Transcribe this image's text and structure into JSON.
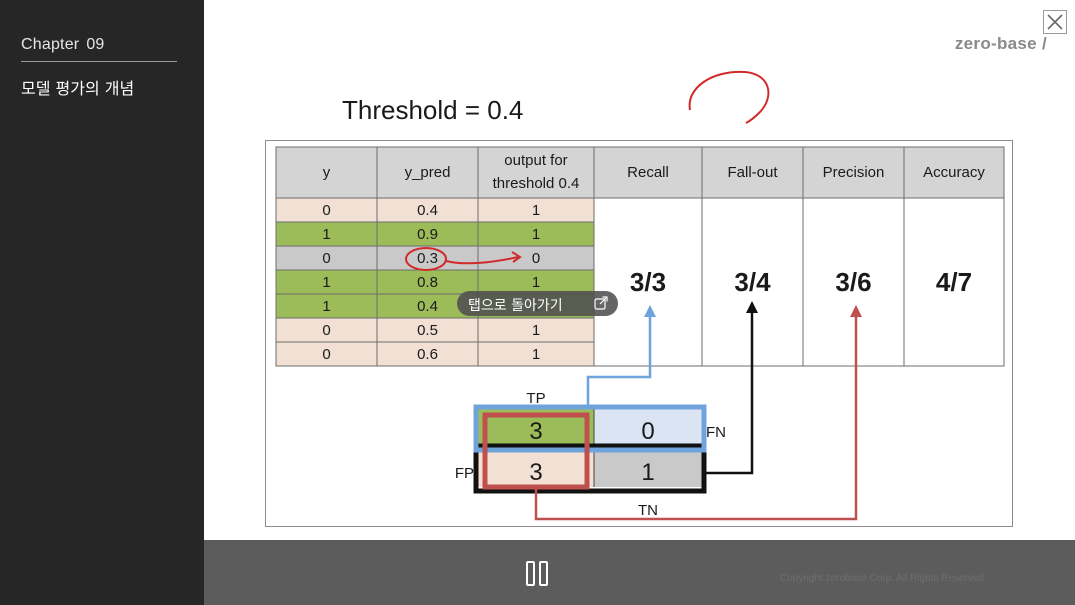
{
  "sidebar": {
    "chapter_label": "Chapter",
    "chapter_number": "09",
    "lesson_title": "모델 평가의 개념"
  },
  "brand": "zero-base /",
  "slide": {
    "title_prefix": "Threshold = ",
    "title_value": "0.4"
  },
  "table": {
    "headers": [
      "y",
      "y_pred",
      "output for",
      "threshold 0.4",
      "Recall",
      "Fall-out",
      "Precision",
      "Accuracy"
    ],
    "rows": [
      {
        "y": "0",
        "pred": "0.4",
        "out": "1",
        "color": "#f2e0d4"
      },
      {
        "y": "1",
        "pred": "0.9",
        "out": "1",
        "color": "#9cbc59"
      },
      {
        "y": "0",
        "pred": "0.3",
        "out": "0",
        "color": "#c9c9c9"
      },
      {
        "y": "1",
        "pred": "0.8",
        "out": "1",
        "color": "#9cbc59"
      },
      {
        "y": "1",
        "pred": "0.4",
        "out": "1",
        "color": "#9cbc59"
      },
      {
        "y": "0",
        "pred": "0.5",
        "out": "1",
        "color": "#f2e0d4"
      },
      {
        "y": "0",
        "pred": "0.6",
        "out": "1",
        "color": "#f2e0d4"
      }
    ],
    "metrics": {
      "recall": "3/3",
      "fallout": "3/4",
      "precision": "3/6",
      "accuracy": "4/7"
    }
  },
  "confusion": {
    "tp": "3",
    "fn": "0",
    "fp": "3",
    "tn": "1",
    "tp_label": "TP",
    "fn_label": "FN",
    "fp_label": "FP",
    "tn_label": "TN"
  },
  "colors": {
    "header_bg": "#d4d4d4",
    "tp_green": "#9cbc59",
    "fn_blue": "#dbe4f2",
    "fp_peach": "#f2e0d4",
    "tn_gray": "#c9c9c9",
    "blue_arrow": "#6fa3dc",
    "red_arrow": "#c0504d",
    "annotation_red": "#d22a2a"
  },
  "tooltip": {
    "label": "탭으로 돌아가기",
    "icon": "external-link-icon"
  },
  "player": {
    "pause_icon": "pause-icon",
    "copyright": "Copyright zerobase Corp. All Rights Reserved"
  },
  "close_icon": "close-icon"
}
